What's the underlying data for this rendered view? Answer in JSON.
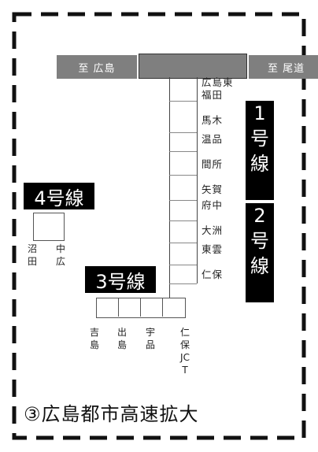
{
  "direction": {
    "hiroshima": "至 広島",
    "onomichi": "至 尾道"
  },
  "route_labels": {
    "line1_num": "1",
    "line1_rest": "号線",
    "line2_num": "2",
    "line2_rest": "号線",
    "line3": "3号線",
    "line4": "4号線"
  },
  "main_stations": [
    "広島東",
    "福田",
    "馬木",
    "温品",
    "間所",
    "矢賀",
    "府中",
    "大洲",
    "東雲",
    "仁保"
  ],
  "line3_stations": [
    "吉島",
    "出島",
    "宇品",
    "仁保JCT"
  ],
  "line4_stations": [
    "沼田",
    "中広"
  ],
  "caption": "③広島都市高速拡大"
}
